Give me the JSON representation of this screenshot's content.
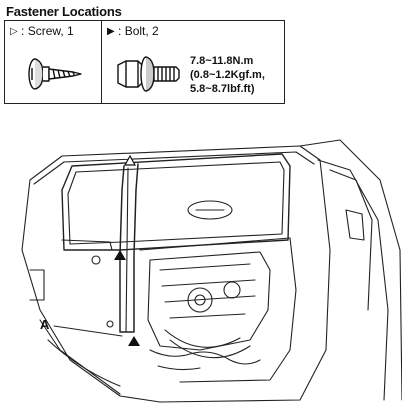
{
  "title": "Fastener Locations",
  "legend": {
    "screw": {
      "symbol": "▷",
      "text": " : Screw, 1"
    },
    "bolt": {
      "symbol": "▶",
      "text": " : Bolt, 2"
    },
    "torque": {
      "line1": "7.8~11.8N.m",
      "line2": "(0.8~1.2Kgf.m,",
      "line3": "5.8~8.7lbf.ft)"
    }
  },
  "diagram": {
    "callout": "A"
  }
}
